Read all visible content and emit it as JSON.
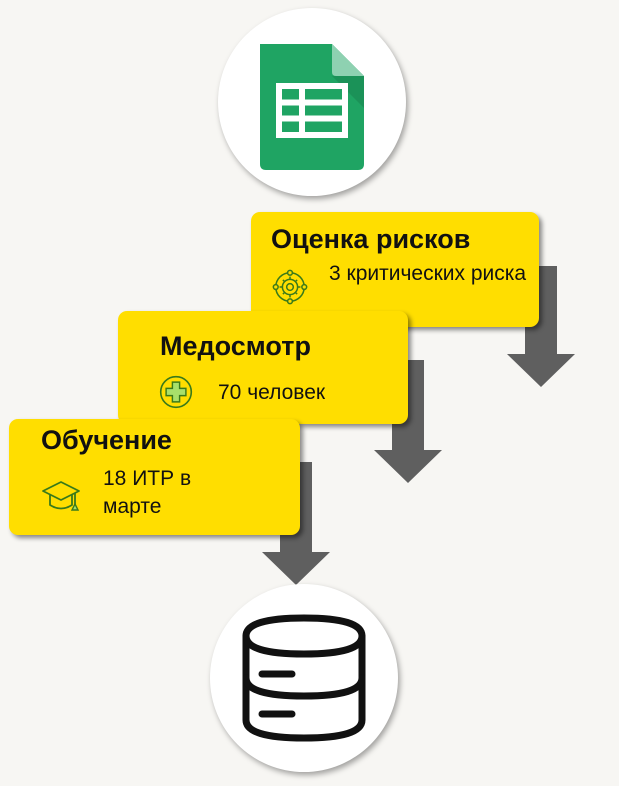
{
  "source_icon": "spreadsheet-icon",
  "target_icon": "database-icon",
  "cards": [
    {
      "title": "Оценка рисков",
      "text": "3 критических риска",
      "icon": "risk-gear-icon"
    },
    {
      "title": "Медосмотр",
      "text": "70 человек",
      "icon": "medical-plus-icon"
    },
    {
      "title": "Обучение",
      "text": "18 ИТР в марте",
      "icon": "graduation-cap-icon"
    }
  ],
  "colors": {
    "card": "#ffde00",
    "arrow": "#5f5f5f",
    "sheet_green": "#1fa463",
    "background": "#f7f6f3"
  }
}
